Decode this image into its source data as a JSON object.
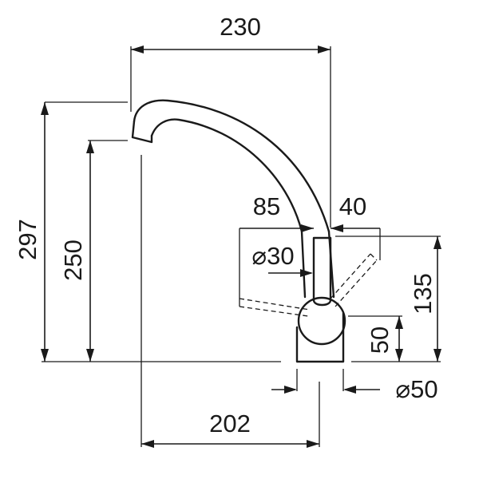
{
  "dimensions": {
    "total_reach": "230",
    "total_height": "297",
    "spout_height": "250",
    "lever_swing_left": "85",
    "lever_swing_right": "40",
    "lever_diameter": "⌀30",
    "body_to_lever_height": "135",
    "base_height": "50",
    "base_diameter": "⌀50",
    "spout_reach": "202"
  },
  "colors": {
    "ink": "#1a1a1a",
    "background": "#ffffff"
  }
}
